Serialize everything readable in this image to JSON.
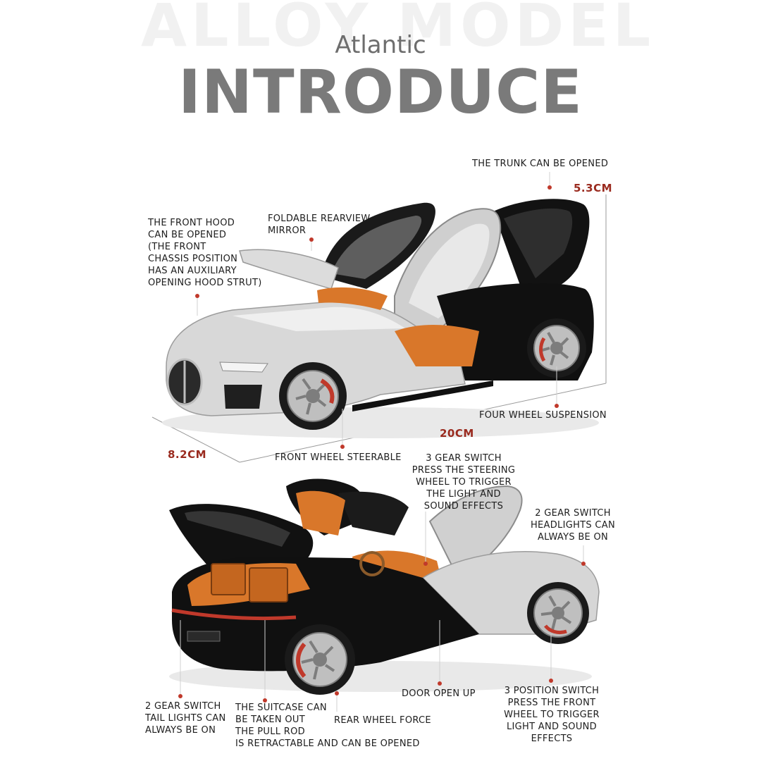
{
  "background_word": "ALLOY MODEL",
  "subtitle": "Atlantic",
  "title": "INTRODUCE",
  "dimensions": {
    "height": "5.3CM",
    "length": "20CM",
    "width": "8.2CM"
  },
  "callouts_top": {
    "trunk": "THE TRUNK CAN BE OPENED",
    "front_hood": "THE FRONT HOOD\nCAN BE OPENED\n(THE FRONT\nCHASSIS POSITION\nHAS AN AUXILIARY\nOPENING HOOD STRUT)",
    "mirror": "FOLDABLE REARVIEW\nMIRROR",
    "suspension": "FOUR WHEEL SUSPENSION",
    "front_wheel": "FRONT WHEEL STEERABLE"
  },
  "callouts_bottom": {
    "gear3": "3 GEAR SWITCH\nPRESS THE STEERING\nWHEEL TO TRIGGER\nTHE LIGHT AND\nSOUND EFFECTS",
    "headlights": "2 GEAR SWITCH\nHEADLIGHTS CAN\nALWAYS BE ON",
    "door": "DOOR OPEN UP",
    "position_switch": "3 POSITION SWITCH\nPRESS THE FRONT\nWHEEL TO TRIGGER\nLIGHT AND SOUND\nEFFECTS",
    "taillights": "2 GEAR SWITCH\nTAIL LIGHTS CAN\nALWAYS BE ON",
    "suitcase": "THE SUITCASE CAN\nBE TAKEN OUT\nTHE PULL ROD\nIS RETRACTABLE AND CAN BE OPENED",
    "rear_wheel": "REAR WHEEL FORCE"
  },
  "colors": {
    "accent": "#c0392b",
    "dimension_text": "#9a2a1e",
    "car_silver": "#d6d6d6",
    "car_black": "#111111",
    "interior_orange": "#d9772a"
  }
}
